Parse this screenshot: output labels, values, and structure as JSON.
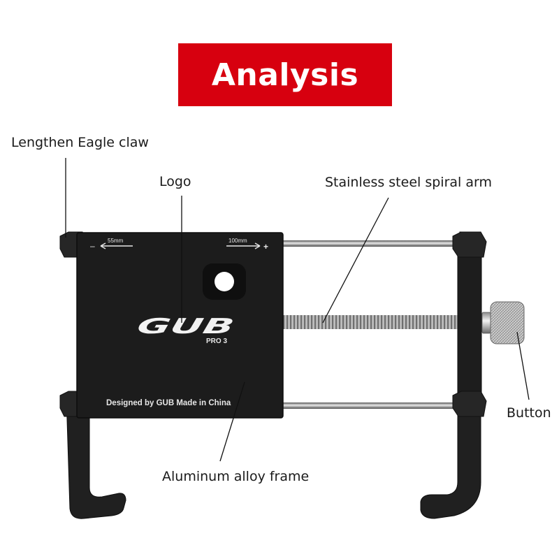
{
  "banner": {
    "title": "Analysis",
    "color": "#d7000f"
  },
  "callouts": {
    "claw": "Lengthen Eagle claw",
    "logo": "Logo",
    "arm": "Stainless steel spiral arm",
    "button": "Button",
    "frame": "Aluminum alloy frame"
  },
  "plate": {
    "min_mark": "55mm",
    "max_mark": "100mm",
    "minus": "–",
    "plus": "+",
    "brand": "GUB",
    "model": "PRO 3",
    "tagline": "Designed by GUB Made in China",
    "color": "#1c1c1c"
  }
}
